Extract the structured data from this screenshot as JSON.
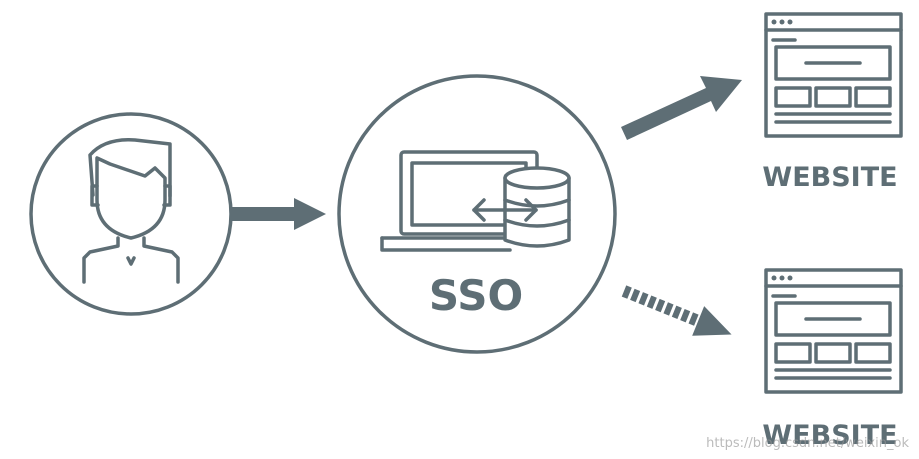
{
  "colors": {
    "primary": "#5e6e75",
    "background": "#ffffff"
  },
  "nodes": {
    "user": {
      "icon": "user-avatar-icon"
    },
    "sso": {
      "icon": "laptop-database-icon",
      "label": "SSO"
    },
    "website_top": {
      "icon": "browser-window-icon",
      "label": "WEBSITE"
    },
    "website_bottom": {
      "icon": "browser-window-icon",
      "label": "WEBSITE"
    }
  },
  "edges": [
    {
      "from": "user",
      "to": "sso",
      "style": "solid"
    },
    {
      "from": "sso",
      "to": "website_top",
      "style": "solid"
    },
    {
      "from": "sso",
      "to": "website_bottom",
      "style": "dashed"
    }
  ],
  "watermark": "https://blog.csdn.net/weixin_ok"
}
